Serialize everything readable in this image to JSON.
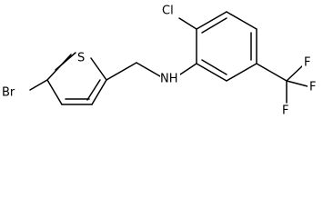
{
  "structure": {
    "labels": {
      "br": "Br",
      "s": "S",
      "nh": "NH",
      "cl": "Cl",
      "f_top": "F",
      "f_mid": "F",
      "f_bot": "F"
    }
  }
}
